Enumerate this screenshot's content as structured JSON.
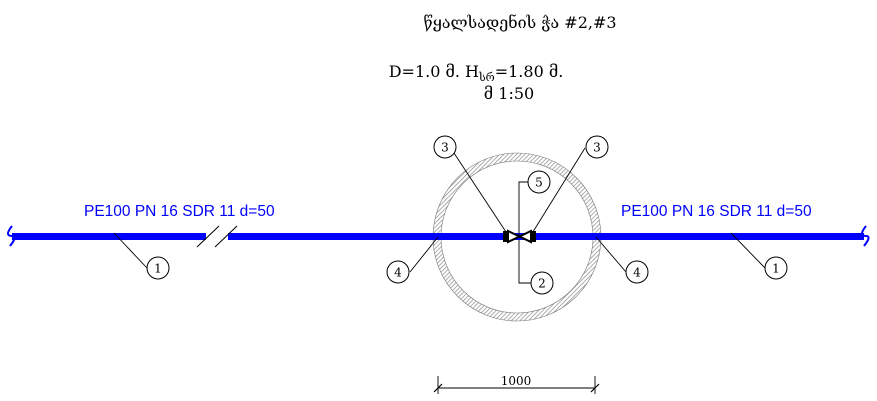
{
  "title": {
    "line1": "წყალსადენის ჭა  #2,#3",
    "line2_prefix": "D=1.0 მ. H",
    "line2_subscript": "სრ",
    "line2_suffix": "=1.80 მ.",
    "line3": "მ 1:50"
  },
  "pipe_labels": {
    "left": "PE100 PN 16 SDR 11 d=50",
    "right": "PE100 PN 16 SDR 11 d=50"
  },
  "callouts": {
    "pipe_left": "1",
    "pipe_right": "1",
    "fitting_bottom": "2",
    "valve_left": "3",
    "valve_right": "3",
    "sleeve_left": "4",
    "sleeve_right": "4",
    "valve_top": "5"
  },
  "dimension": {
    "value": "1000"
  },
  "colors": {
    "pipe": "#0000ff",
    "pipe_label": "#0000ff",
    "line": "#000000",
    "well_hatch": "#9a9a9a"
  }
}
